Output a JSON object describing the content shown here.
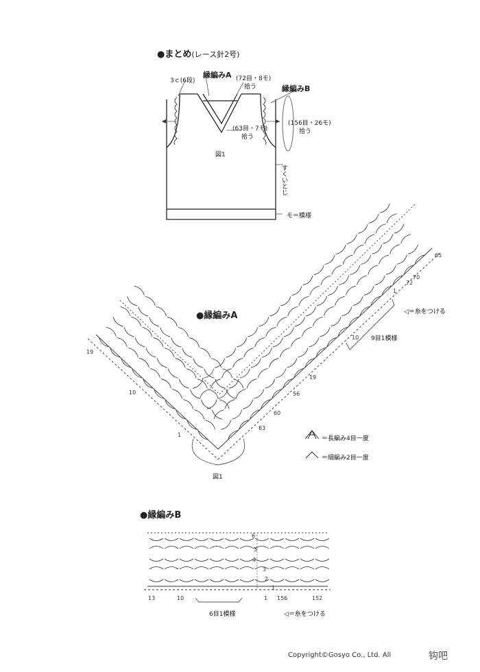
{
  "summary": {
    "title": "●まとめ",
    "subtitle": "(レース針2号)",
    "label_edge_a": "縁編みA",
    "label_edge_b": "縁編みB",
    "label_3c": "3ｃ(6段)",
    "label_72": "(72目・8モ)",
    "label_72_pick": "拾う",
    "label_156": "(156目・26モ)",
    "label_156_pick": "拾う",
    "label_63": "(63目・7モ)",
    "label_63_pick": "拾う",
    "fig_label": "図1",
    "label_sukui": "すくいとじ",
    "label_mo": "モ＝模様"
  },
  "edge_a": {
    "title": "●縁編みA",
    "fig_label": "図1",
    "numbers": [
      "19",
      "10",
      "1",
      "63",
      "60",
      "56",
      "19",
      "10",
      "1",
      "72",
      "70",
      "65"
    ],
    "repeat_label": "9目1模様",
    "attach_label": "◁＝糸をつける",
    "legend_long": "＝長編み4目一度",
    "legend_short": "＝細編み2目一度"
  },
  "edge_b": {
    "title": "●縁編みB",
    "numbers": [
      "13",
      "10",
      "1",
      "156",
      "152"
    ],
    "row_numbers": [
      "6",
      "5",
      "4",
      "3",
      "2",
      "1"
    ],
    "repeat_label": "6目1模様",
    "attach_label": "◁＝糸をつける"
  },
  "footer": {
    "copyright": "Copyright©Gosyo Co., Ltd. All",
    "watermark": "钩吧"
  }
}
